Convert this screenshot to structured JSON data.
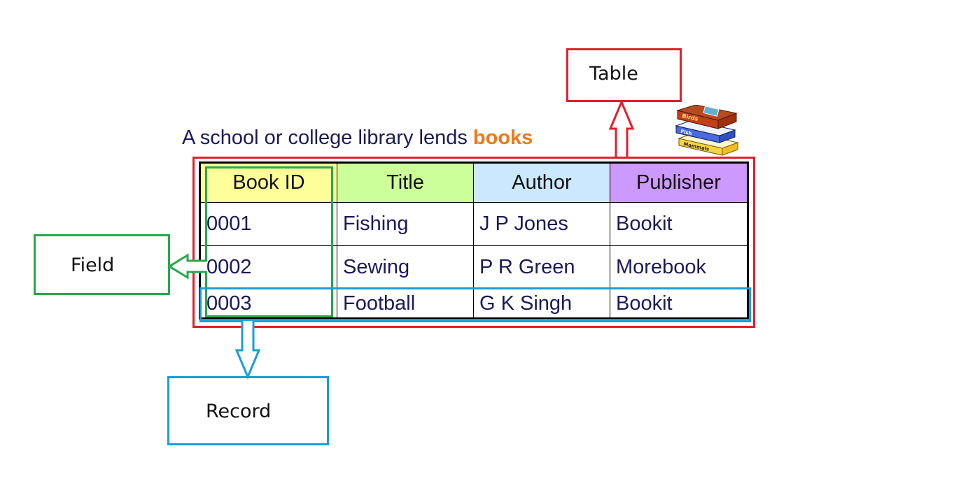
{
  "labels": {
    "table": "Table",
    "field": "Field",
    "record": "Record"
  },
  "caption": {
    "prefix": "A school or college library lends ",
    "highlight": "books"
  },
  "book_covers": [
    "Birds",
    "Fish",
    "Mammals"
  ],
  "table": {
    "headers": [
      {
        "text": "Book ID",
        "color": "#ffff99"
      },
      {
        "text": "Title",
        "color": "#ccff99"
      },
      {
        "text": "Author",
        "color": "#cce8ff"
      },
      {
        "text": "Publisher",
        "color": "#cc99ff"
      }
    ],
    "rows": [
      [
        "0001",
        "Fishing",
        "J P Jones",
        "Bookit"
      ],
      [
        "0002",
        "Sewing",
        "P R Green",
        "Morebook"
      ],
      [
        "0003",
        "Football",
        "G K Singh",
        "Bookit"
      ]
    ]
  },
  "colors": {
    "table_outline": "#e0202c",
    "field_outline": "#27a84a",
    "record_outline": "#169fd8",
    "caption_text": "#1a1a5a",
    "caption_highlight": "#f07818"
  }
}
